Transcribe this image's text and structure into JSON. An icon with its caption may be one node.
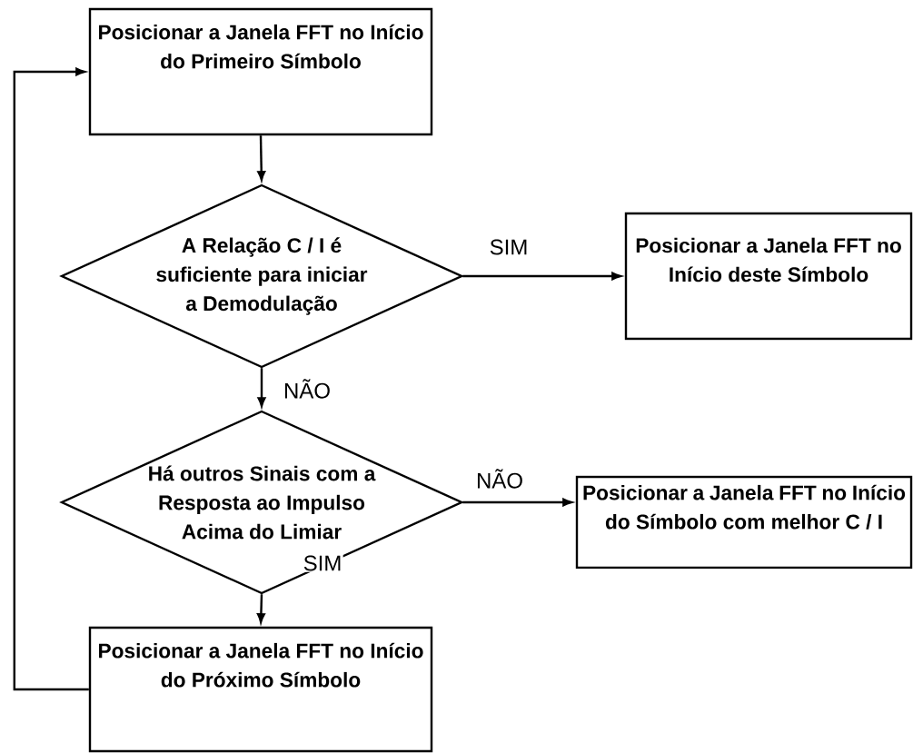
{
  "diagram": {
    "nodes": [
      {
        "text": [
          "Posicionar a Janela FFT no Início do Primeiro Símbolo"
        ]
      },
      {
        "text": [
          "A Relação C / I é suficiente para iniciar a Demodulação"
        ]
      },
      {
        "text": [
          "Posicionar a Janela FFT no Início deste Símbolo"
        ]
      },
      {
        "text": [
          "Há outros Sinais com a Resposta ao Impulso Acima do Limiar"
        ]
      },
      {
        "text": [
          "Posicionar a Janela FFT no Início do Símbolo com melhor C / I"
        ]
      },
      {
        "text": [
          "Posicionar a Janela FFT no Início do Próximo Símbolo"
        ]
      }
    ],
    "edges": [
      {
        "from": 0,
        "to": 1,
        "arrow": "to"
      },
      {
        "from": 1,
        "to": 2,
        "arrow": "to",
        "label": "SIM"
      },
      {
        "from": 1,
        "to": 3,
        "arrow": "to",
        "label": "NÃO"
      },
      {
        "from": 3,
        "to": 4,
        "arrow": "to",
        "label": "NÃO"
      },
      {
        "from": 3,
        "to": 5,
        "arrow": "to",
        "label": "SIM"
      },
      {
        "from": 5,
        "to": 0,
        "arrow": "to"
      }
    ]
  }
}
